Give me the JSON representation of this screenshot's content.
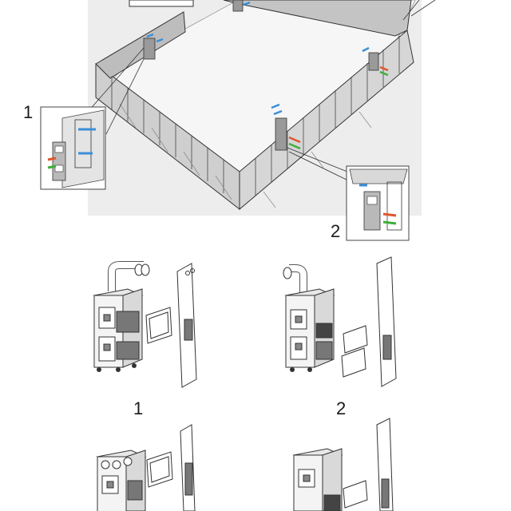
{
  "callouts": {
    "top_left": "1",
    "top_right": "2",
    "unit_left": "1",
    "unit_right": "2"
  },
  "colors": {
    "air_blue": "#3a8fd8",
    "air_red": "#e0552b",
    "air_green": "#3fae3a",
    "room_floor": "#ededed",
    "line": "#333333"
  }
}
